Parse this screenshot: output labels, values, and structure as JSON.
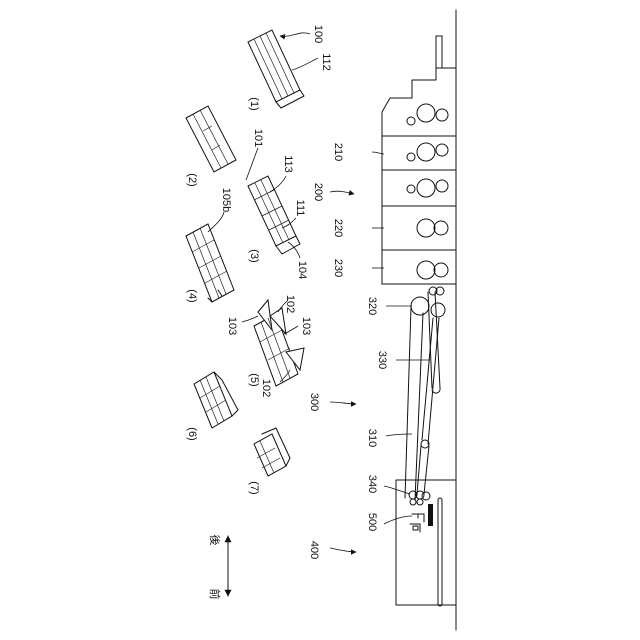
{
  "colors": {
    "line": "#111111",
    "background": "#ffffff"
  },
  "labels": {
    "l100": "100",
    "l112": "112",
    "s1": "(1)",
    "s2": "(2)",
    "l101": "101",
    "l113": "113",
    "l105b": "105b",
    "l210": "210",
    "l200": "200",
    "s3": "(3)",
    "l111": "111",
    "l220": "220",
    "s4": "(4)",
    "l104": "104",
    "l230": "230",
    "l102a": "102",
    "l103a": "103",
    "l103b": "103",
    "l320": "320",
    "s5": "(5)",
    "l102b": "102",
    "l330": "330",
    "l300": "300",
    "s6": "(6)",
    "l310": "310",
    "s7": "(7)",
    "l340": "340",
    "l500": "500",
    "l400": "400",
    "dir_back": "後",
    "dir_front": "前"
  }
}
